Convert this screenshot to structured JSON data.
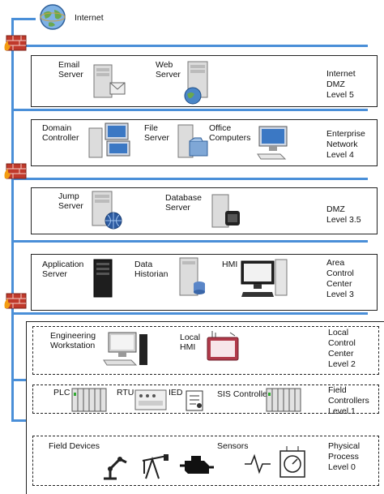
{
  "internet": {
    "label": "Internet"
  },
  "levels": {
    "l5": {
      "lines": [
        "Internet",
        "DMZ",
        "Level 5"
      ],
      "devices": {
        "email": [
          "Email",
          "Server"
        ],
        "web": [
          "Web",
          "Server"
        ]
      }
    },
    "l4": {
      "lines": [
        "Enterprise",
        "Network",
        "Level 4"
      ],
      "devices": {
        "dc": [
          "Domain",
          "Controller"
        ],
        "file": [
          "File",
          "Server"
        ],
        "office": [
          "Office",
          "Computers"
        ]
      }
    },
    "l35": {
      "lines": [
        "DMZ",
        "Level 3.5"
      ],
      "devices": {
        "jump": [
          "Jump",
          "Server"
        ],
        "db": [
          "Database",
          "Server"
        ]
      }
    },
    "l3": {
      "lines": [
        "Area",
        "Control",
        "Center",
        "Level 3"
      ],
      "devices": {
        "app": [
          "Application",
          "Server"
        ],
        "hist": [
          "Data",
          "Historian"
        ],
        "hmi": [
          "HMI"
        ]
      }
    },
    "l2": {
      "lines": [
        "Local",
        "Control",
        "Center",
        "Level 2"
      ],
      "devices": {
        "eng": [
          "Engineering",
          "Workstation"
        ],
        "lhmi": [
          "Local",
          "HMI"
        ]
      }
    },
    "l1": {
      "lines": [
        "Field",
        "Controllers",
        "Level 1"
      ],
      "devices": {
        "plc": "PLC",
        "rtu": "RTU",
        "ied": "IED",
        "sis": "SIS Controller"
      }
    },
    "l0": {
      "lines": [
        "Physical",
        "Process",
        "Level 0"
      ],
      "devices": {
        "field": "Field Devices",
        "sensors": "Sensors"
      }
    }
  },
  "colors": {
    "link": "#4a8fd8",
    "firewall": "#c0392b"
  }
}
